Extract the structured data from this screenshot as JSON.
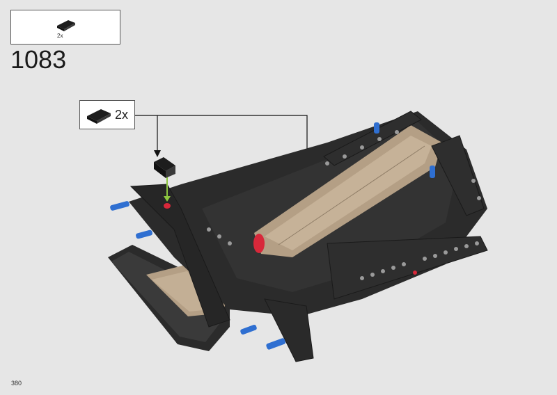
{
  "step": {
    "number": "1083"
  },
  "parts_list": {
    "items": [
      {
        "icon": "black-slope-brick-icon",
        "quantity": "2x"
      }
    ]
  },
  "callout": {
    "icon": "black-slope-brick-icon",
    "quantity": "2x"
  },
  "page": {
    "number": "380"
  },
  "colors": {
    "background": "#e6e6e6",
    "model_black": "#2b2b2b",
    "model_tan": "#b49f85",
    "pin_blue": "#2f6fd1",
    "accent_red": "#d8283a",
    "arrow_green": "#8cc63f"
  }
}
